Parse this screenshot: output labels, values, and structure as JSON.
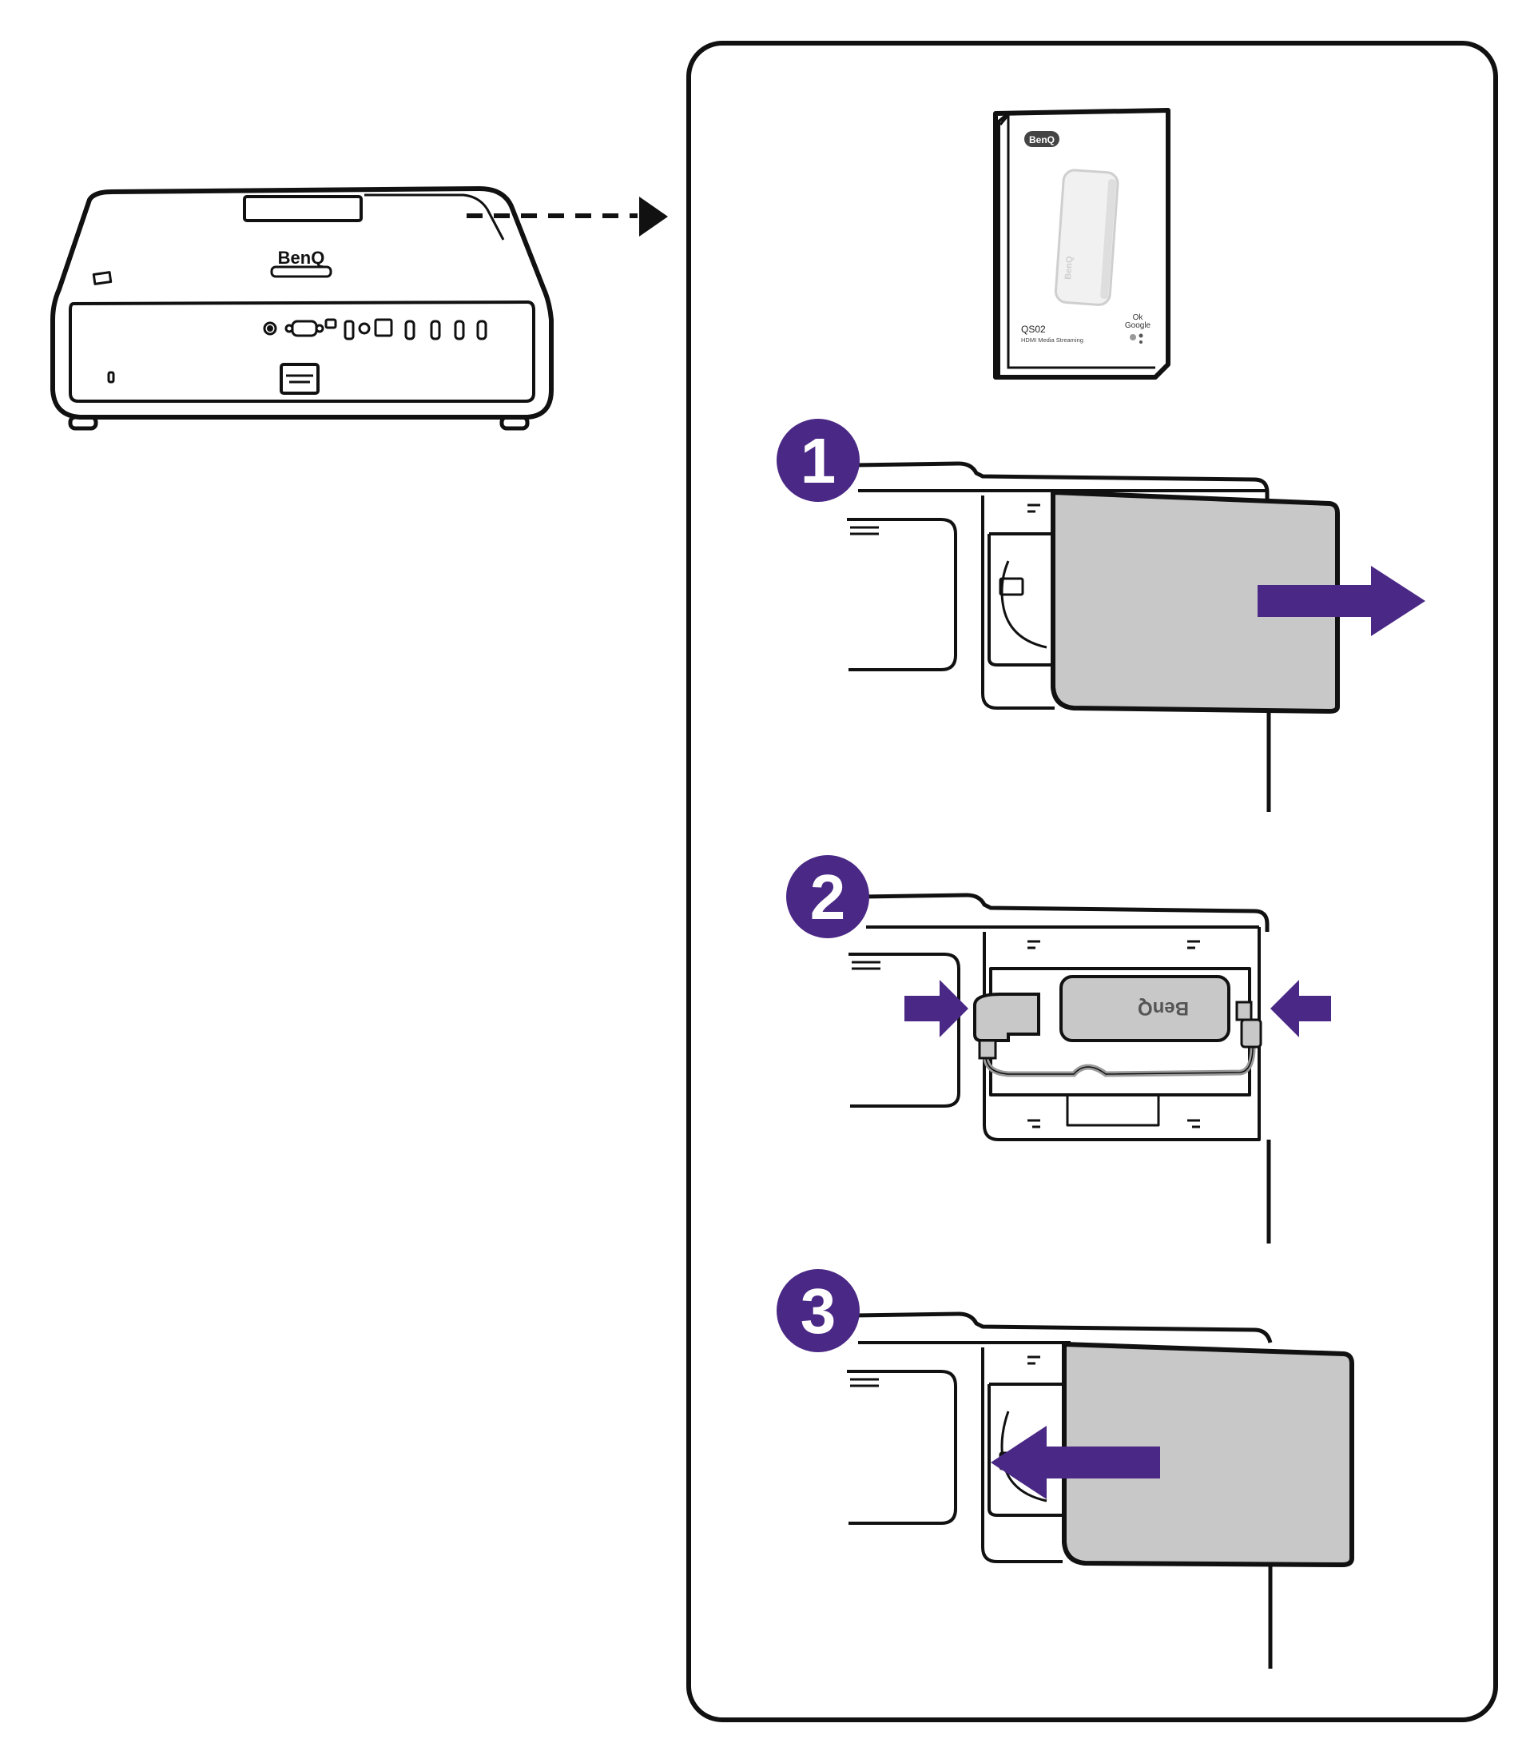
{
  "projector": {
    "brand": "BenQ"
  },
  "box": {
    "brand": "BenQ",
    "device_brand": "BenQ",
    "model": "QS02",
    "subtitle": "HDMI Media Streaming",
    "assistant_line1": "Ok",
    "assistant_line2": "Google"
  },
  "steps": [
    {
      "number": "1",
      "arrow": "right"
    },
    {
      "number": "2",
      "arrow": "inward"
    },
    {
      "number": "3",
      "arrow": "left"
    }
  ],
  "step2": {
    "dongle_brand": "BenQ"
  },
  "colors": {
    "accent": "#4a2885",
    "cover": "#c8c8c8",
    "outline": "#111111",
    "cable": "#9a9a9a"
  },
  "icons": {
    "pointer": "dashed-arrow-right-icon",
    "remove": "arrow-right-icon",
    "insert": "arrow-inward-icon",
    "attach": "arrow-left-icon"
  }
}
